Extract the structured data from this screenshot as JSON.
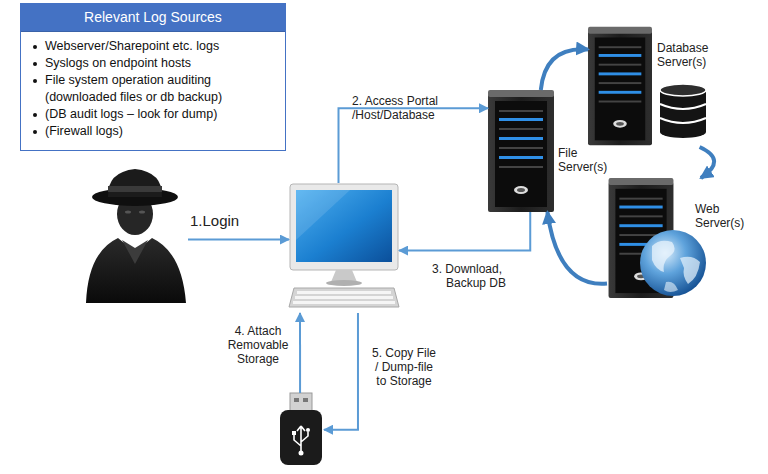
{
  "diagram": {
    "nodes": [
      {
        "text": [
          "Relevant Log Sources",
          "Webserver/Sharepoint etc. logs",
          "Syslogs on endpoint hosts",
          "File system operation auditing (downloaded files or db backup)",
          "(DB audit logs – look for dump)",
          "(Firewall logs)"
        ]
      },
      {
        "text": [
          "Database Server(s)"
        ]
      },
      {
        "text": [
          "File Server(s)"
        ]
      },
      {
        "text": [
          "Web Server(s)"
        ]
      },
      {},
      {},
      {}
    ],
    "edges": [
      {
        "from": 4,
        "to": 5,
        "label": "1.Login",
        "arrow": "to"
      },
      {
        "from": 5,
        "to": 2,
        "label": "2. Access Portal /Host/Database",
        "arrow": "to"
      },
      {
        "from": 2,
        "to": 5,
        "label": "3. Download, Backup DB",
        "arrow": "to"
      },
      {
        "from": 6,
        "to": 5,
        "label": "4. Attach Removable Storage",
        "arrow": "to"
      },
      {
        "from": 5,
        "to": 6,
        "label": "5. Copy File / Dump-file to Storage",
        "arrow": "to"
      },
      {
        "from": 2,
        "to": 1,
        "arrow": "to"
      },
      {
        "from": 1,
        "to": 3,
        "arrow": "to"
      },
      {
        "from": 3,
        "to": 2,
        "arrow": "to"
      }
    ]
  }
}
